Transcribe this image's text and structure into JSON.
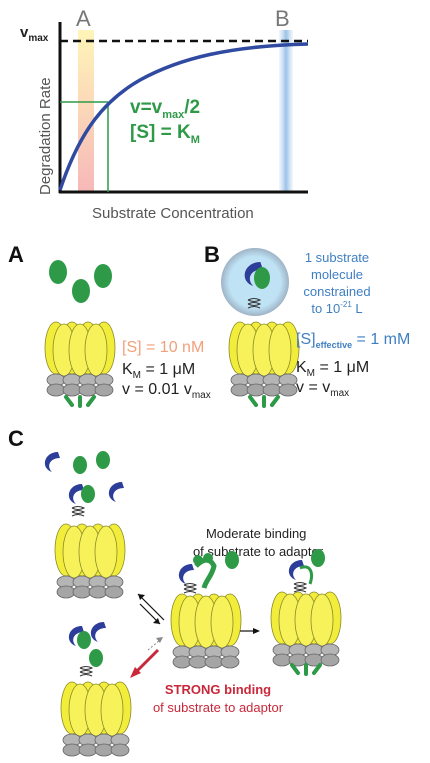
{
  "graph": {
    "vmax_label": "v",
    "vmax_sub": "max",
    "marker_a": "A",
    "marker_b": "B",
    "y_label": "Degradation Rate",
    "x_label": "Substrate Concentration",
    "eq1_main": "v=v",
    "eq1_sub": "max",
    "eq1_tail": "/2",
    "eq2_main": "[S] = K",
    "eq2_sub": "M"
  },
  "panel_a": {
    "letter": "A",
    "s_conc": "[S] = 10 nM",
    "km_main": "K",
    "km_sub": "M",
    "km_tail": " = 1 μM",
    "v_main": "v = 0.01 v",
    "v_sub": "max"
  },
  "panel_b": {
    "letter": "B",
    "note_line1": "1 substrate",
    "note_line2": "molecule",
    "note_line3": "constrained",
    "note_line4": "to 10",
    "note_exp": "-21",
    "note_unit": " L",
    "s_eff_main": "[S]",
    "s_eff_sub": "effective",
    "s_eff_tail": " = 1 mM",
    "km_main": "K",
    "km_sub": "M",
    "km_tail": " = 1 μM",
    "v_main": "v = v",
    "v_sub": "max"
  },
  "panel_c": {
    "letter": "C",
    "moderate_line1": "Moderate binding",
    "moderate_line2": "of substrate to adaptor",
    "strong_line1": "STRONG binding",
    "strong_line2": "of substrate to adaptor"
  },
  "colors": {
    "green_text": "#2e9a48",
    "orange_text": "#f2a07a",
    "blue_text": "#3f7fc1",
    "red_text": "#c8283a",
    "curve": "#2f4aa0",
    "yellow": "#f2ec3a",
    "substrate_green": "#2e9a48",
    "adaptor_blue": "#2c3d9a"
  }
}
